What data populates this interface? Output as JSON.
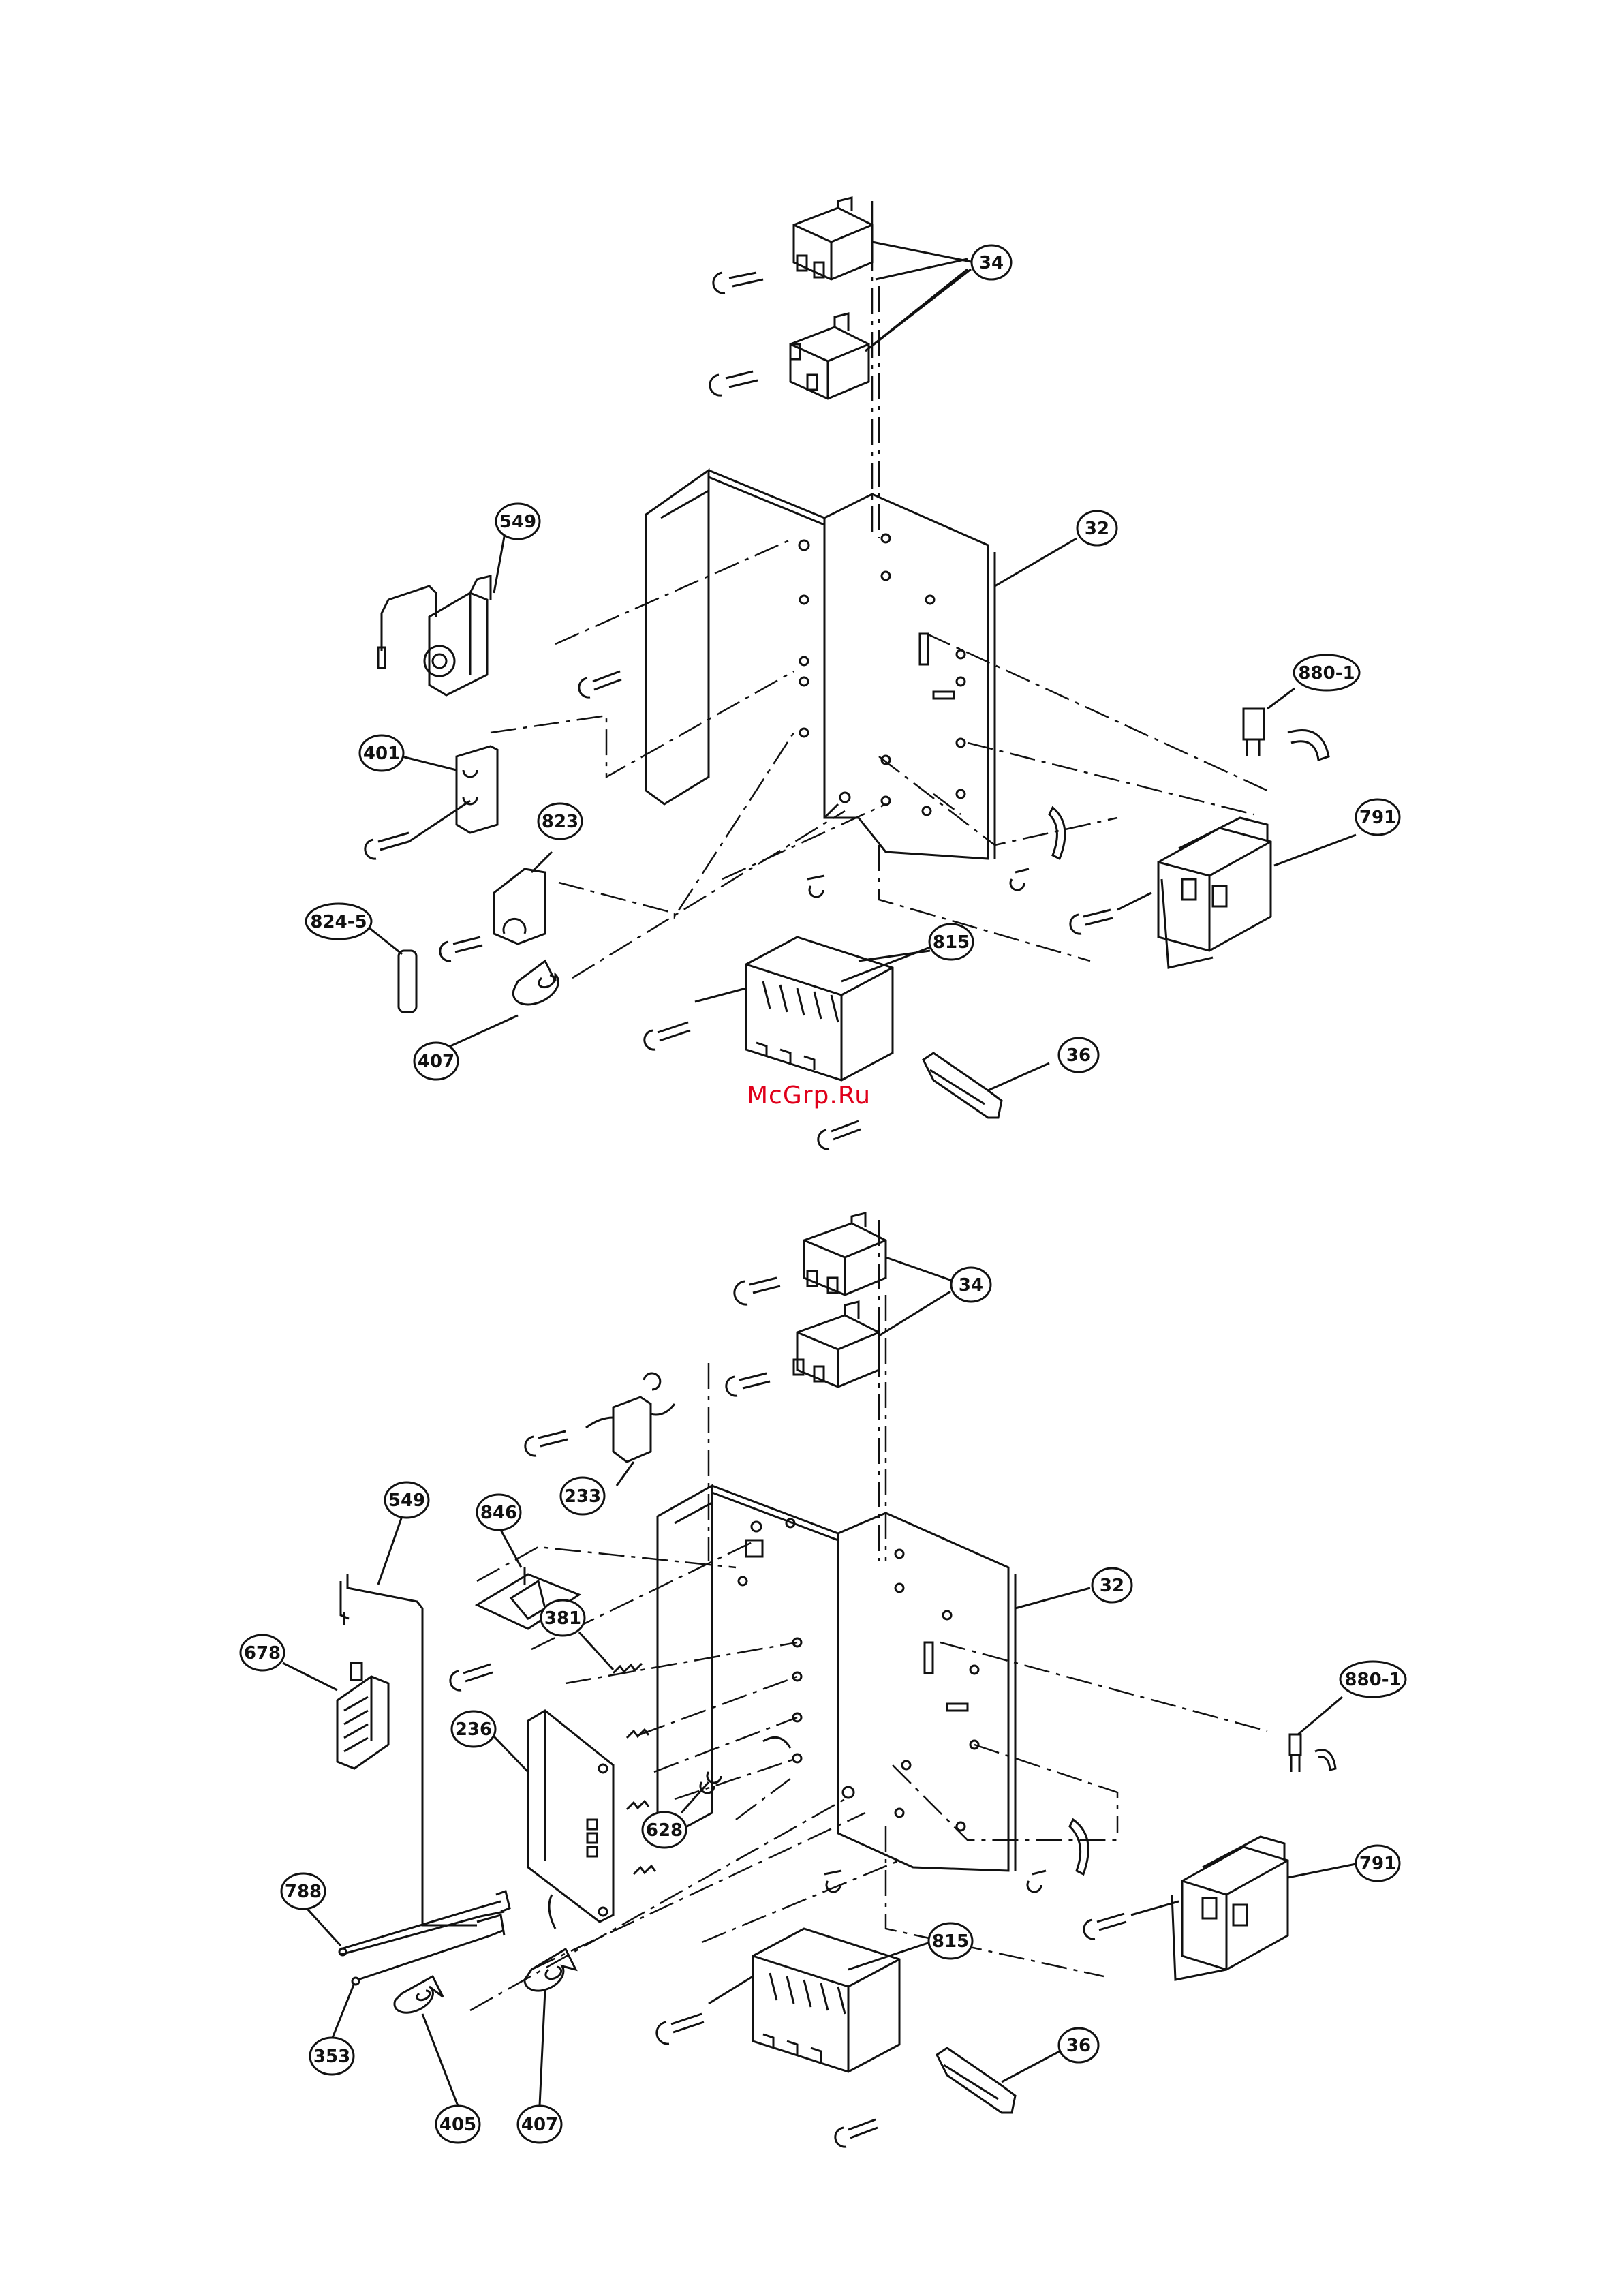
{
  "watermark": "McGrp.Ru",
  "top_view": {
    "callouts": {
      "c34": "34",
      "c32": "32",
      "c549": "549",
      "c401": "401",
      "c823": "823",
      "c824_5": "824-5",
      "c407": "407",
      "c815": "815",
      "c36": "36",
      "c880_1": "880-1",
      "c791": "791"
    }
  },
  "bottom_view": {
    "callouts": {
      "c34": "34",
      "c233": "233",
      "c549": "549",
      "c846": "846",
      "c381": "381",
      "c678": "678",
      "c236": "236",
      "c628": "628",
      "c32": "32",
      "c880_1": "880-1",
      "c791": "791",
      "c788": "788",
      "c353": "353",
      "c815": "815",
      "c405": "405",
      "c407": "407",
      "c36": "36"
    }
  }
}
